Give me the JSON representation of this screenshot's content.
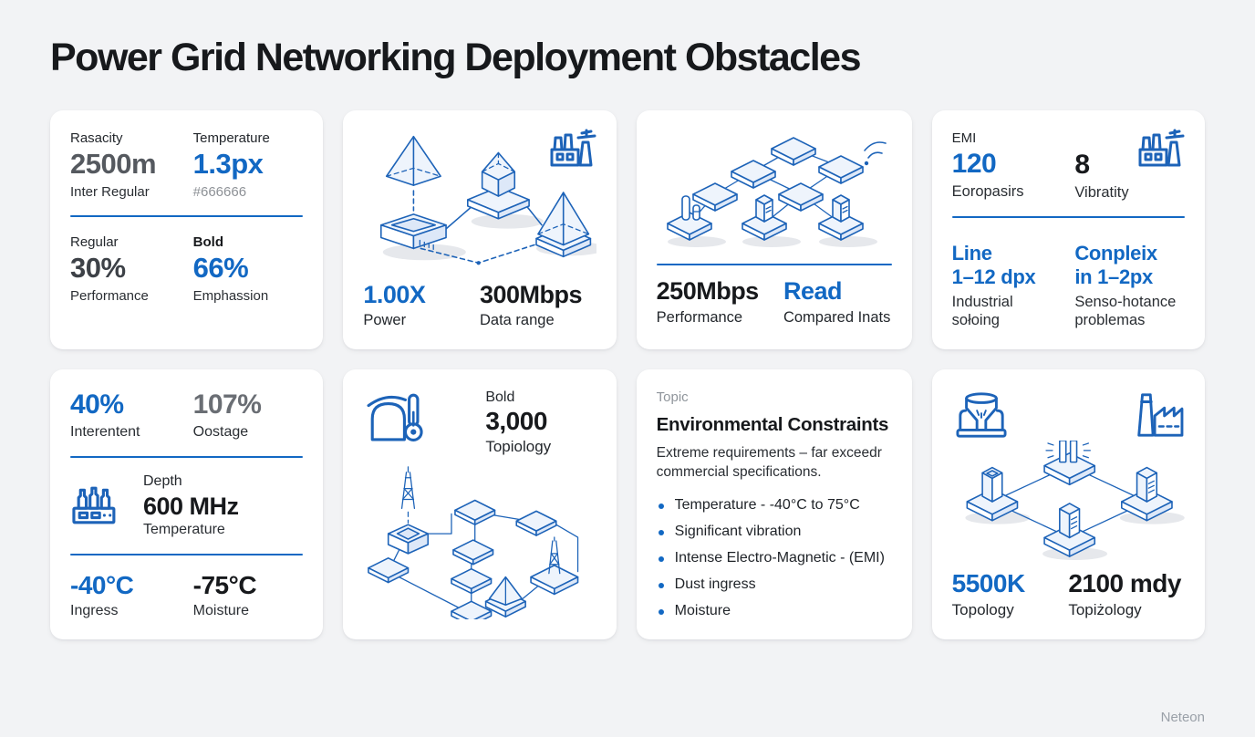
{
  "page": {
    "title": "Power Grid Networking Deployment Obstacles",
    "brand": "Neteon"
  },
  "colors": {
    "accent_blue": "#1268c3",
    "illustration_blue": "#1d63b8",
    "background": "#f2f3f5",
    "card_background": "#ffffff"
  },
  "card_metrics": {
    "stats": [
      {
        "label": "Rasacity",
        "value": "2500m",
        "sub": "Inter Regular"
      },
      {
        "label": "Temperature",
        "value": "1.3px",
        "sub": "#666666"
      },
      {
        "label": "Regular",
        "value": "30%",
        "sub": "Performance"
      },
      {
        "label": "Bold",
        "value": "66%",
        "sub": "Emphassion"
      }
    ]
  },
  "card_power": {
    "icon": "factory-icon",
    "illustration": "isometric-pyramids-device-network",
    "stats": [
      {
        "value": "1.00X",
        "label": "Power"
      },
      {
        "value": "300Mbps",
        "label": "Data range"
      }
    ]
  },
  "card_mesh": {
    "icon": "wifi-signal-icon",
    "illustration": "isometric-mesh-network",
    "stats": [
      {
        "value": "250Mbps",
        "label": "Performance"
      },
      {
        "value": "Read",
        "label": "Compared Inats"
      }
    ]
  },
  "card_emi": {
    "icon": "factory-icon",
    "top_label": "EMI",
    "stats_top": [
      {
        "value": "120",
        "sub": "Eoropasirs"
      },
      {
        "value": "8",
        "sub": "Vibratity"
      }
    ],
    "stats_bottom": [
      {
        "value_line1": "Line",
        "value_line2": "1–12 dpx",
        "sub": "Industrial sołoing"
      },
      {
        "value_line1": "Conpleix",
        "value_line2": "in 1–2px",
        "sub": "Senso-hotance problemas"
      }
    ]
  },
  "card_temperature": {
    "icon": "factory-icon",
    "row1": [
      {
        "value": "40%",
        "label": "Interentent"
      },
      {
        "value": "107%",
        "label": "Oostage"
      }
    ],
    "row2": {
      "label_top": "Depth",
      "value": "600 MHz",
      "label_bottom": "Temperature"
    },
    "row3": [
      {
        "value": "-40°C",
        "label": "Ingress"
      },
      {
        "value": "-75°C",
        "label": "Moisture"
      }
    ]
  },
  "card_topology": {
    "icon": "tunnel-thermometer-icon",
    "illustration": "isometric-map-radio-towers",
    "label_top": "Bold",
    "value": "3,000",
    "label_bottom": "Topiology"
  },
  "card_constraints": {
    "kicker": "Topic",
    "title": "Environmental Constraints",
    "description": "Extreme requirements – far exceedr commercial specifications.",
    "bullets": [
      "Temperature - -40°C to 75°C",
      "Significant vibration",
      "Intense Electro-Magnetic - (EMI)",
      "Dust ingress",
      "Moisture"
    ]
  },
  "card_sites": {
    "icons": [
      "water-tank-icon",
      "factory-sawtooth-icon"
    ],
    "illustration": "isometric-diamond-network",
    "stats": [
      {
        "value": "5500K",
        "label": "Topology"
      },
      {
        "value": "2100 mdy",
        "label": "Topiżology"
      }
    ]
  }
}
